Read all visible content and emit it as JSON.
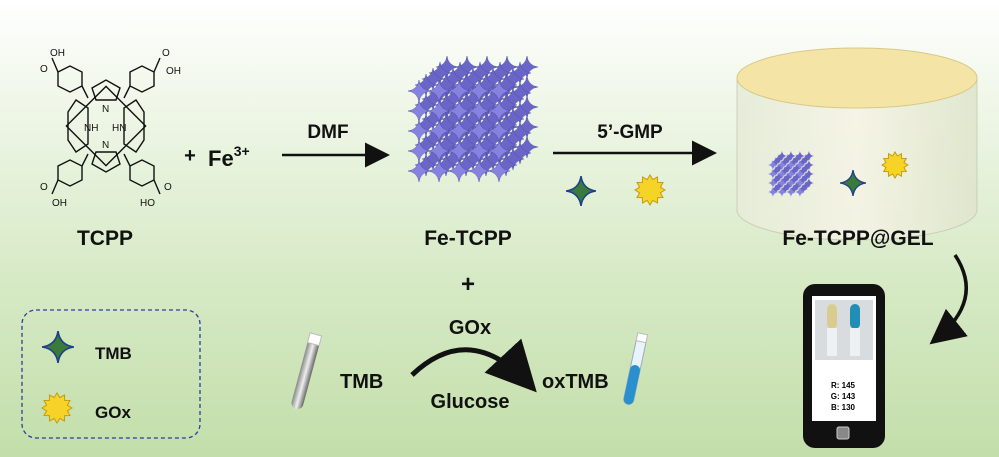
{
  "reactants": {
    "tcpp_label": "TCPP",
    "plus": "+",
    "fe_base": "Fe",
    "fe_charge": "3+"
  },
  "step1": {
    "reagent": "DMF"
  },
  "product1": {
    "label": "Fe-TCPP"
  },
  "step2": {
    "reagent": "5’-GMP"
  },
  "product2": {
    "label": "Fe-TCPP@GEL"
  },
  "plus2": "+",
  "reaction": {
    "substrate": "TMB",
    "enzyme": "GOx",
    "cofactor": "Glucose",
    "product": "oxTMB"
  },
  "legend": {
    "items": [
      {
        "label": "TMB",
        "icon": "green-star-icon"
      },
      {
        "label": "GOx",
        "icon": "yellow-sun-icon"
      }
    ]
  },
  "phone": {
    "r": "R: 145",
    "g": "G: 143",
    "b": "B: 130"
  },
  "molecule": {
    "oh": "OH",
    "o": "O",
    "ho": "HO",
    "nh": "NH",
    "hn": "HN",
    "n": "N"
  },
  "colors": {
    "mof": "#7b78d8",
    "star": "#3a7a3a",
    "sun": "#f5d327",
    "gel": "#f2e6b0",
    "blue_tube": "#2a8fcf"
  }
}
